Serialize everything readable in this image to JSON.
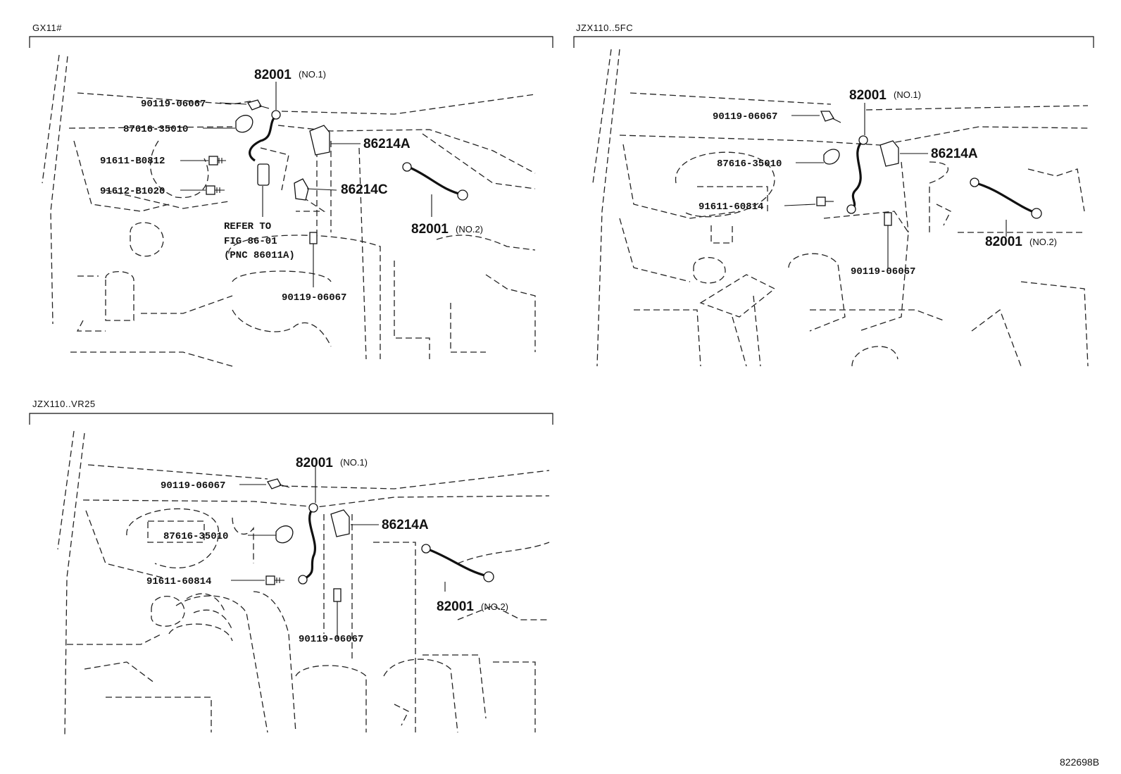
{
  "sections": [
    {
      "title": "GX11#",
      "labels": {
        "p82001_no1": "82001",
        "p82001_no1_sfx": "(NO.1)",
        "bolt_a": "90119-06067",
        "clamp": "87616-35010",
        "bolt_b": "91611-B0812",
        "bolt_c": "91612-B1020",
        "bracket_a": "86214A",
        "bracket_c": "86214C",
        "ref_line1": "REFER TO",
        "ref_line2": "FIG 86-01",
        "ref_line3": "(PNC 86011A)",
        "p82001_no2": "82001",
        "p82001_no2_sfx": "(NO.2)",
        "bolt_d": "90119-06067"
      }
    },
    {
      "title": "JZX110..5FC",
      "labels": {
        "p82001_no1": "82001",
        "p82001_no1_sfx": "(NO.1)",
        "bolt_a": "90119-06067",
        "clamp": "87616-35010",
        "bracket_a": "86214A",
        "bolt_b": "91611-60814",
        "p82001_no2": "82001",
        "p82001_no2_sfx": "(NO.2)",
        "bolt_d": "90119-06067"
      }
    },
    {
      "title": "JZX110..VR25",
      "labels": {
        "p82001_no1": "82001",
        "p82001_no1_sfx": "(NO.1)",
        "bolt_a": "90119-06067",
        "bracket_a": "86214A",
        "clamp": "87616-35010",
        "bolt_b": "91611-60814",
        "p82001_no2": "82001",
        "p82001_no2_sfx": "(NO.2)",
        "bolt_d": "90119-06067"
      }
    }
  ],
  "figure_id": "822698B"
}
